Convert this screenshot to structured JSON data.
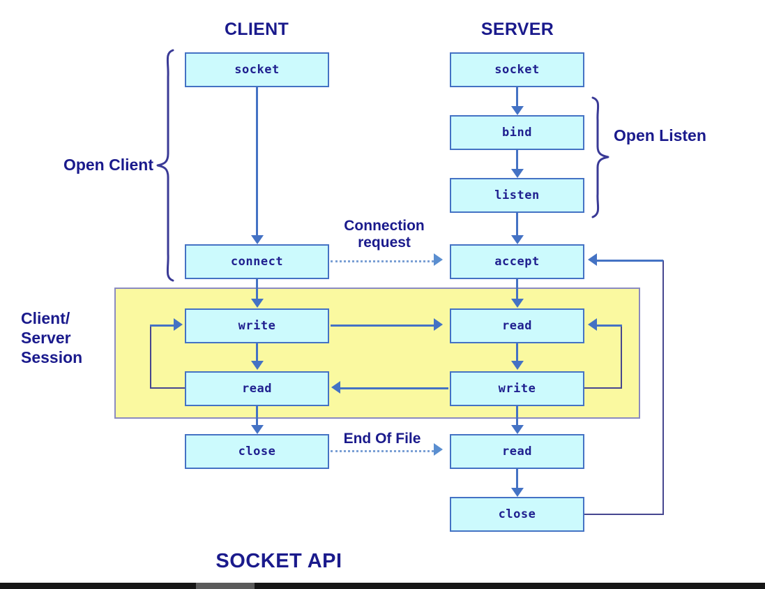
{
  "diagram": {
    "title": "SOCKET API",
    "columns": [
      {
        "id": "client",
        "label": "CLIENT"
      },
      {
        "id": "server",
        "label": "SERVER"
      }
    ],
    "groups": [
      {
        "id": "open-client",
        "label": "Open Client",
        "side": "left",
        "spans": [
          "client.socket",
          "client.connect"
        ]
      },
      {
        "id": "open-listen",
        "label": "Open Listen",
        "side": "right",
        "spans": [
          "server.socket",
          "server.bind",
          "server.listen"
        ]
      },
      {
        "id": "client-server-session",
        "label": "Client/\nServer\nSession",
        "label_lines": [
          "Client/",
          "Server",
          "Session"
        ],
        "side": "left",
        "spans": [
          "client.write",
          "client.read",
          "server.read",
          "server.write"
        ]
      }
    ],
    "nodes": {
      "client": [
        {
          "id": "client-socket",
          "label": "socket"
        },
        {
          "id": "client-connect",
          "label": "connect"
        },
        {
          "id": "client-write",
          "label": "write"
        },
        {
          "id": "client-read",
          "label": "read"
        },
        {
          "id": "client-close",
          "label": "close"
        }
      ],
      "server": [
        {
          "id": "server-socket",
          "label": "socket"
        },
        {
          "id": "server-bind",
          "label": "bind"
        },
        {
          "id": "server-listen",
          "label": "listen"
        },
        {
          "id": "server-accept",
          "label": "accept"
        },
        {
          "id": "server-read",
          "label": "read"
        },
        {
          "id": "server-write",
          "label": "write"
        },
        {
          "id": "server-read2",
          "label": "read"
        },
        {
          "id": "server-close",
          "label": "close"
        }
      ]
    },
    "edge_labels": {
      "connection_request_line1": "Connection",
      "connection_request_line2": "request",
      "end_of_file": "End Of File"
    },
    "colors": {
      "node_fill": "#ccfafd",
      "node_border": "#4472c4",
      "session_fill": "#faf9a0",
      "session_border": "#8a8ac0",
      "text": "#1a1a8c",
      "arrow": "#4472c4",
      "dotted_arrow": "#7a9fd4",
      "background": "#ffffff"
    }
  }
}
